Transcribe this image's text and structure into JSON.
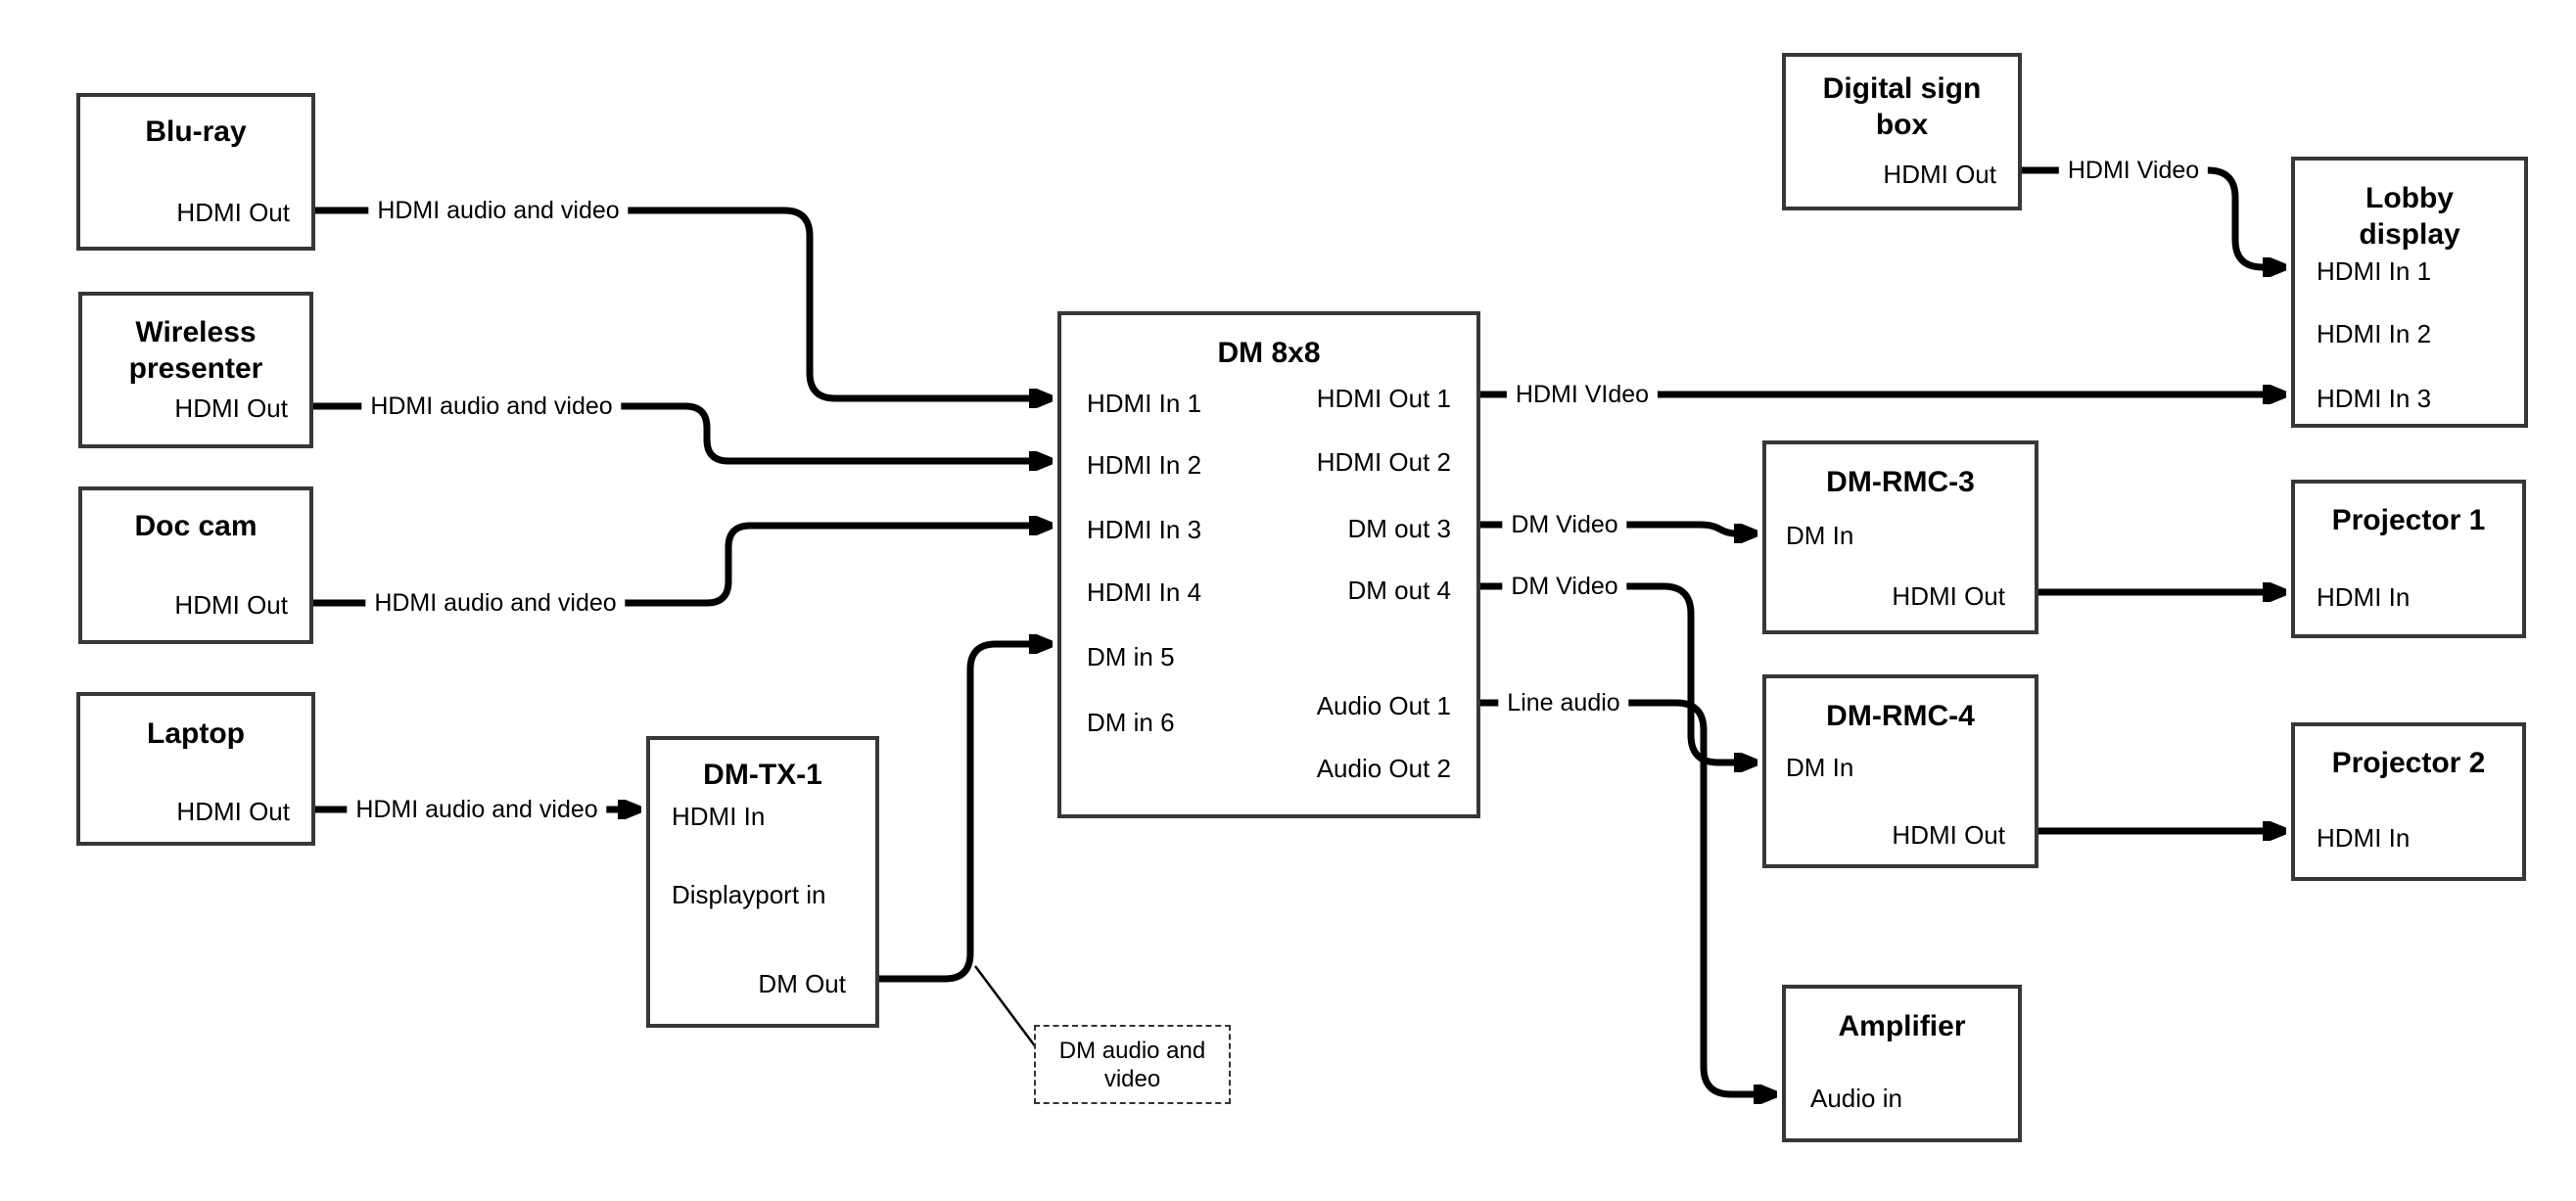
{
  "diagram": {
    "nodes": {
      "bluray": {
        "title": "Blu-ray",
        "port_hdmi_out": "HDMI Out"
      },
      "wireless": {
        "title_line1": "Wireless",
        "title_line2": "presenter",
        "port_hdmi_out": "HDMI Out"
      },
      "doccam": {
        "title": "Doc cam",
        "port_hdmi_out": "HDMI Out"
      },
      "laptop": {
        "title": "Laptop",
        "port_hdmi_out": "HDMI Out"
      },
      "dmtx1": {
        "title": "DM-TX-1",
        "port_hdmi_in": "HDMI In",
        "port_displayport_in": "Displayport in",
        "port_dm_out": "DM Out"
      },
      "dm8x8": {
        "title": "DM 8x8",
        "ports_left": [
          "HDMI In 1",
          "HDMI In 2",
          "HDMI In 3",
          "HDMI In 4",
          "DM in 5",
          "DM in 6"
        ],
        "ports_right": [
          "HDMI Out 1",
          "HDMI Out 2",
          "DM out 3",
          "DM out 4",
          "Audio Out 1",
          "Audio Out 2"
        ]
      },
      "digital_sign": {
        "title_line1": "Digital sign",
        "title_line2": "box",
        "port_hdmi_out": "HDMI Out"
      },
      "lobby_display": {
        "title_line1": "Lobby",
        "title_line2": "display",
        "ports": [
          "HDMI In 1",
          "HDMI In 2",
          "HDMI In 3"
        ]
      },
      "dm_rmc_3": {
        "title": "DM-RMC-3",
        "port_dm_in": "DM In",
        "port_hdmi_out": "HDMI Out"
      },
      "projector_1": {
        "title": "Projector 1",
        "port_hdmi_in": "HDMI In"
      },
      "dm_rmc_4": {
        "title": "DM-RMC-4",
        "port_dm_in": "DM In",
        "port_hdmi_out": "HDMI Out"
      },
      "projector_2": {
        "title": "Projector 2",
        "port_hdmi_in": "HDMI In"
      },
      "amplifier": {
        "title": "Amplifier",
        "port_audio_in": "Audio in"
      },
      "note": {
        "text": "DM audio and video"
      }
    },
    "connection_labels": {
      "bluray_to_dm8x8": "HDMI audio and video",
      "wireless_to_dm8x8": "HDMI audio and video",
      "doccam_to_dm8x8": "HDMI audio and video",
      "laptop_to_dmtx1": "HDMI audio and video",
      "dm8x8_hdmi_out1": "HDMI VIdeo",
      "dm8x8_dm_out3": "DM Video",
      "dm8x8_dm_out4": "DM Video",
      "dm8x8_audio_out1": "Line audio",
      "digital_sign_to_lobby": "HDMI Video"
    },
    "colors": {
      "line": "#000000",
      "box_border": "#373737",
      "text": "#000000",
      "background": "#ffffff"
    }
  }
}
